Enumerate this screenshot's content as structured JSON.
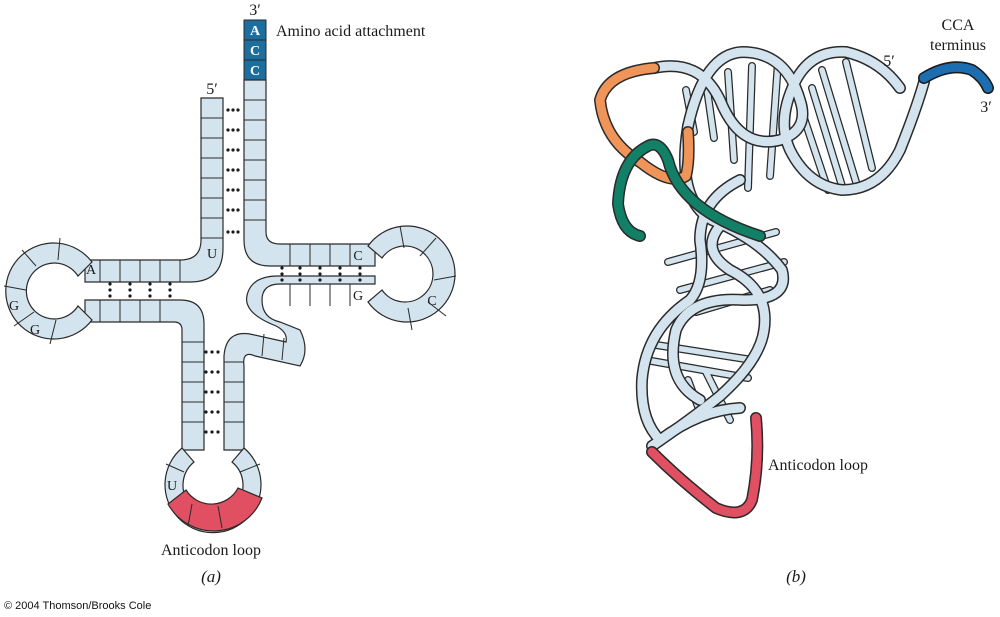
{
  "panel_a": {
    "label_3prime": "3′",
    "label_5prime": "5′",
    "acc_bases": [
      "A",
      "C",
      "C"
    ],
    "amino_acid_label": "Amino acid attachment",
    "anticodon_label": "Anticodon loop",
    "caption": "(a)",
    "bases": {
      "u_acceptor": "U",
      "a_d": "A",
      "g1": "G",
      "g2": "G",
      "c_t1": "C",
      "c_t2": "C",
      "g_t": "G",
      "u_anti": "U"
    }
  },
  "panel_b": {
    "cca_label_line1": "CCA",
    "cca_label_line2": "terminus",
    "label_5prime": "5′",
    "label_3prime": "3′",
    "anticodon_label": "Anticodon loop",
    "caption": "(b)"
  },
  "copyright": "© 2004 Thomson/Brooks Cole",
  "colors": {
    "strand_fill": "#d4e4ee",
    "outline": "#2a2a2a",
    "acc_blue": "#1c6e9e",
    "anticodon_red": "#e05062",
    "orange": "#f0955a",
    "green": "#128066",
    "cca_blue": "#1c6eb0"
  }
}
